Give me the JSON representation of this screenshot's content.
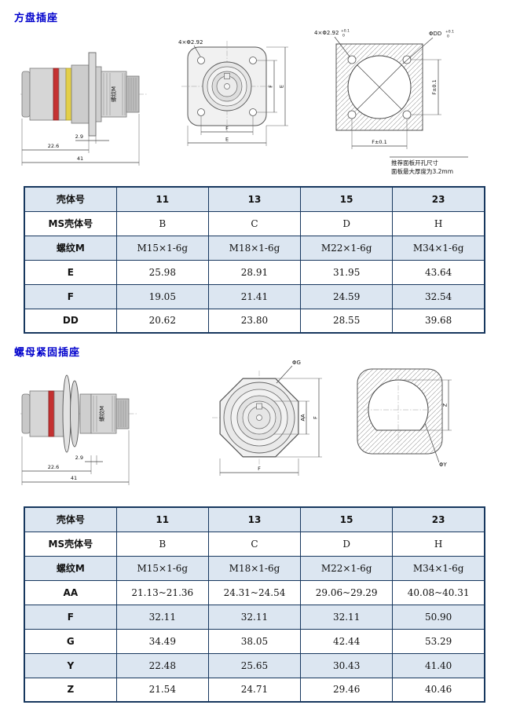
{
  "s1": {
    "title": "方盘插座",
    "side": {
      "thread": "螺纹M",
      "d1": "2.9",
      "d2": "22.6",
      "d3": "41"
    },
    "front": {
      "holes": "4×Φ2.92",
      "f_bottom": "F",
      "e_bottom": "E",
      "f_right": "F",
      "e_right": "E"
    },
    "cutout": {
      "holes": "4×Φ2.92",
      "holes_tol_top": "+0.1",
      "holes_tol_bot": "0",
      "dd": "ΦDD",
      "dd_tol_top": "+0.1",
      "dd_tol_bot": "0",
      "f_bottom": "F±0.1",
      "f_right": "F±0.1",
      "note1": "推荐面板开孔尺寸",
      "note2": "面板最大厚度为3.2mm"
    },
    "table": {
      "col_header": "壳体号",
      "columns": [
        "11",
        "13",
        "15",
        "23"
      ],
      "rows": [
        {
          "label": "MS壳体号",
          "values": [
            "B",
            "C",
            "D",
            "H"
          ]
        },
        {
          "label": "螺纹M",
          "values": [
            "M15×1-6g",
            "M18×1-6g",
            "M22×1-6g",
            "M34×1-6g"
          ]
        },
        {
          "label": "E",
          "values": [
            "25.98",
            "28.91",
            "31.95",
            "43.64"
          ]
        },
        {
          "label": "F",
          "values": [
            "19.05",
            "21.41",
            "24.59",
            "32.54"
          ]
        },
        {
          "label": "DD",
          "values": [
            "20.62",
            "23.80",
            "28.55",
            "39.68"
          ]
        }
      ]
    }
  },
  "s2": {
    "title": "螺母紧固插座",
    "side": {
      "thread": "螺纹M",
      "d1": "2.9",
      "d2": "22.6",
      "d3": "41"
    },
    "front": {
      "g": "ΦG",
      "aa": "AA",
      "f_right": "F",
      "f_bottom": "F"
    },
    "cutout": {
      "y": "ΦY",
      "z": "Z"
    },
    "table": {
      "col_header": "壳体号",
      "columns": [
        "11",
        "13",
        "15",
        "23"
      ],
      "rows": [
        {
          "label": "MS壳体号",
          "values": [
            "B",
            "C",
            "D",
            "H"
          ]
        },
        {
          "label": "螺纹M",
          "values": [
            "M15×1-6g",
            "M18×1-6g",
            "M22×1-6g",
            "M34×1-6g"
          ]
        },
        {
          "label": "AA",
          "values": [
            "21.13~21.36",
            "24.31~24.54",
            "29.06~29.29",
            "40.08~40.31"
          ]
        },
        {
          "label": "F",
          "values": [
            "32.11",
            "32.11",
            "32.11",
            "50.90"
          ]
        },
        {
          "label": "G",
          "values": [
            "34.49",
            "38.05",
            "42.44",
            "53.29"
          ]
        },
        {
          "label": "Y",
          "values": [
            "22.48",
            "25.65",
            "30.43",
            "41.40"
          ]
        },
        {
          "label": "Z",
          "values": [
            "21.54",
            "24.71",
            "29.46",
            "40.46"
          ]
        }
      ]
    }
  }
}
